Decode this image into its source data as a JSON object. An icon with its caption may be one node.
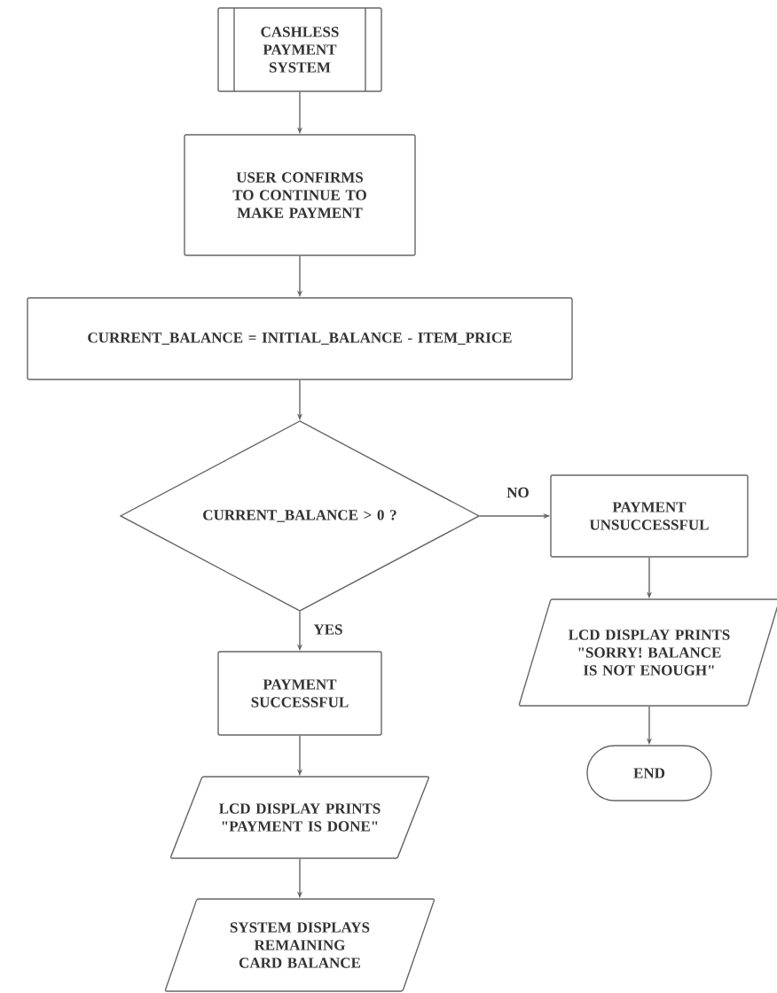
{
  "diagram": {
    "nodes": [
      {
        "text": [
          "CASHLESS PAYMENT SYSTEM"
        ]
      },
      {
        "text": [
          "USER CONFIRMS TO CONTINUE TO MAKE PAYMENT"
        ]
      },
      {
        "text": [
          "CURRENT_BALANCE = INITIAL_BALANCE - ITEM_PRICE"
        ]
      },
      {
        "text": [
          "CURRENT_BALANCE > 0 ?"
        ]
      },
      {
        "text": [
          "PAYMENT UNSUCCESSFUL"
        ]
      },
      {
        "text": [
          "LCD DISPLAY PRINTS \"SORRY! BALANCE IS NOT ENOUGH\""
        ]
      },
      {
        "text": [
          "END"
        ]
      },
      {
        "text": [
          "PAYMENT SUCCESSFUL"
        ]
      },
      {
        "text": [
          "LCD DISPLAY PRINTS \"PAYMENT IS DONE\""
        ]
      },
      {
        "text": [
          "SYSTEM DISPLAYS REMAINING CARD BALANCE"
        ]
      }
    ],
    "edges": [
      {
        "from": 0,
        "to": 1,
        "arrow": "to"
      },
      {
        "from": 1,
        "to": 2,
        "arrow": "to"
      },
      {
        "from": 2,
        "to": 3,
        "arrow": "to"
      },
      {
        "from": 3,
        "to": 4,
        "arrow": "to",
        "label": "NO"
      },
      {
        "from": 4,
        "to": 5,
        "arrow": "to"
      },
      {
        "from": 5,
        "to": 6,
        "arrow": "to"
      },
      {
        "from": 3,
        "to": 7,
        "arrow": "to",
        "label": "YES"
      },
      {
        "from": 7,
        "to": 8,
        "arrow": "to"
      },
      {
        "from": 8,
        "to": 9,
        "arrow": "to"
      }
    ]
  }
}
